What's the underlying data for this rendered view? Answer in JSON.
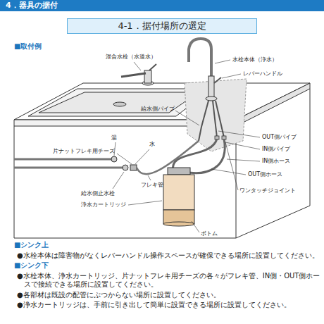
{
  "diagram": {
    "nodes": [
      {
        "text": [
          "4．器具の据付"
        ]
      },
      {
        "text": [
          "4-1．据付場所の選定"
        ]
      }
    ],
    "labels": [
      "混合水栓（水道水）",
      "水栓本体（浄水）",
      "レバーハンドル",
      "給水側パイプ",
      "OUT側パイプ",
      "IN側パイプ",
      "IN側ホース",
      "OUT側ホース",
      "ワンタッチジョイント",
      "湯",
      "水",
      "片ナットフレキ用チーズ",
      "フレキ管",
      "給水側止水栓",
      "浄水カートリッジ",
      "ボトム",
      "■取付例",
      "■シンク上",
      "●水栓本体は障害物がなくレバーハンドル操作スペースが確保できる場所に設置してください。",
      "■シンク下",
      "●水栓本体、浄水カートリッジ、片ナットフレキ用チーズの各々がフレキ管、IN側・OUT側ホースで接続できる場所に設置してください。",
      "●各部材は既設の配管にぶつからない場所に設置してください。",
      "●浄水カートリッジは、手前に引き出して簡単に設置できる場所に設置してください。"
    ]
  }
}
